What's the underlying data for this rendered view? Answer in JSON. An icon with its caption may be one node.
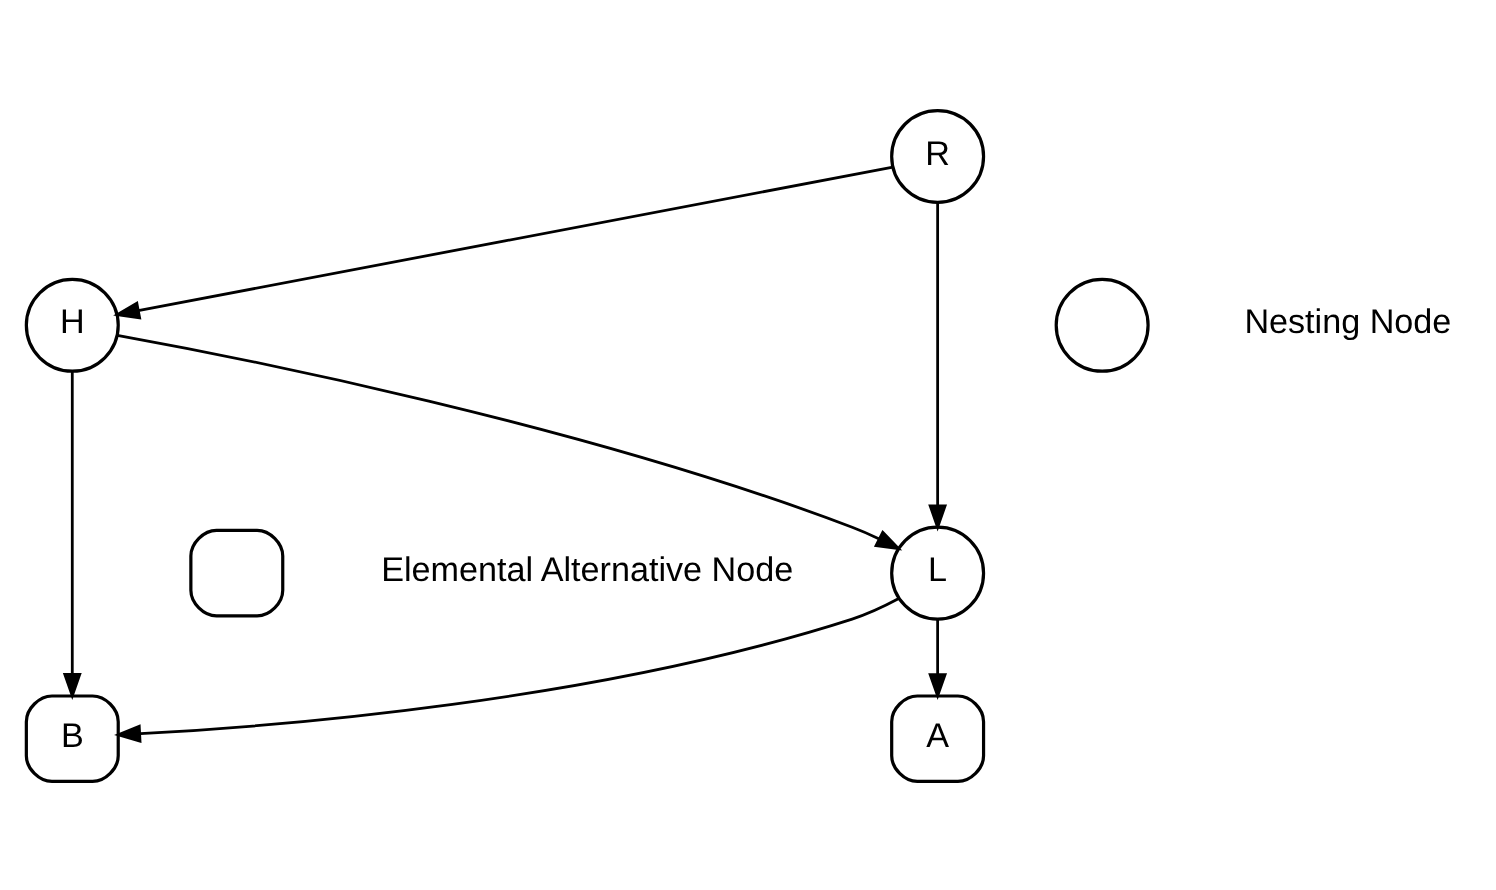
{
  "diagram": {
    "nodes": [
      {
        "text": [
          "R"
        ]
      },
      {
        "text": [
          "H"
        ]
      },
      {
        "text": [
          "L"
        ]
      },
      {
        "text": [
          "A"
        ]
      },
      {
        "text": [
          "B"
        ]
      },
      {
        "text": [],
        "shape": "circle"
      },
      {
        "text": [],
        "shape": "box"
      }
    ],
    "edges": [
      {
        "from": 0,
        "to": 2,
        "arrow": "to"
      },
      {
        "from": 0,
        "to": 1,
        "arrow": "to"
      },
      {
        "from": 1,
        "to": 2,
        "arrow": "to"
      },
      {
        "from": 1,
        "to": 4,
        "arrow": "to"
      },
      {
        "from": 2,
        "to": 3,
        "arrow": "to"
      },
      {
        "from": 2,
        "to": 4,
        "arrow": "to"
      }
    ],
    "legend": [
      {
        "text": "Nesting Node"
      },
      {
        "text": "Elemental Alternative Node"
      }
    ]
  }
}
